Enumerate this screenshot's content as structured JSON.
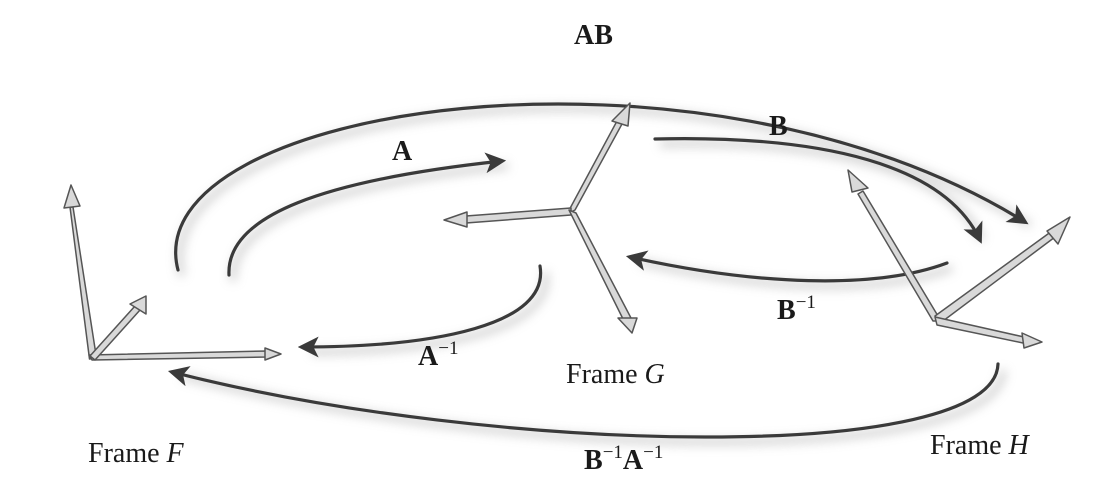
{
  "operators": {
    "ab": "AB",
    "a": "A",
    "b": "B",
    "a_inv": {
      "base": "A",
      "sup": "−1"
    },
    "b_inv": {
      "base": "B",
      "sup": "−1"
    },
    "b_inv_a_inv": {
      "base1": "B",
      "sup1": "−1",
      "base2": "A",
      "sup2": "−1"
    }
  },
  "frames": {
    "f": {
      "prefix": "Frame",
      "name": "F"
    },
    "g": {
      "prefix": "Frame",
      "name": "G"
    },
    "h": {
      "prefix": "Frame",
      "name": "H"
    }
  },
  "colors": {
    "curve": "#3a3a3a",
    "shadow": "#c8c8c8",
    "axis_fill": "#d9d9d9",
    "axis_stroke": "#555555"
  }
}
